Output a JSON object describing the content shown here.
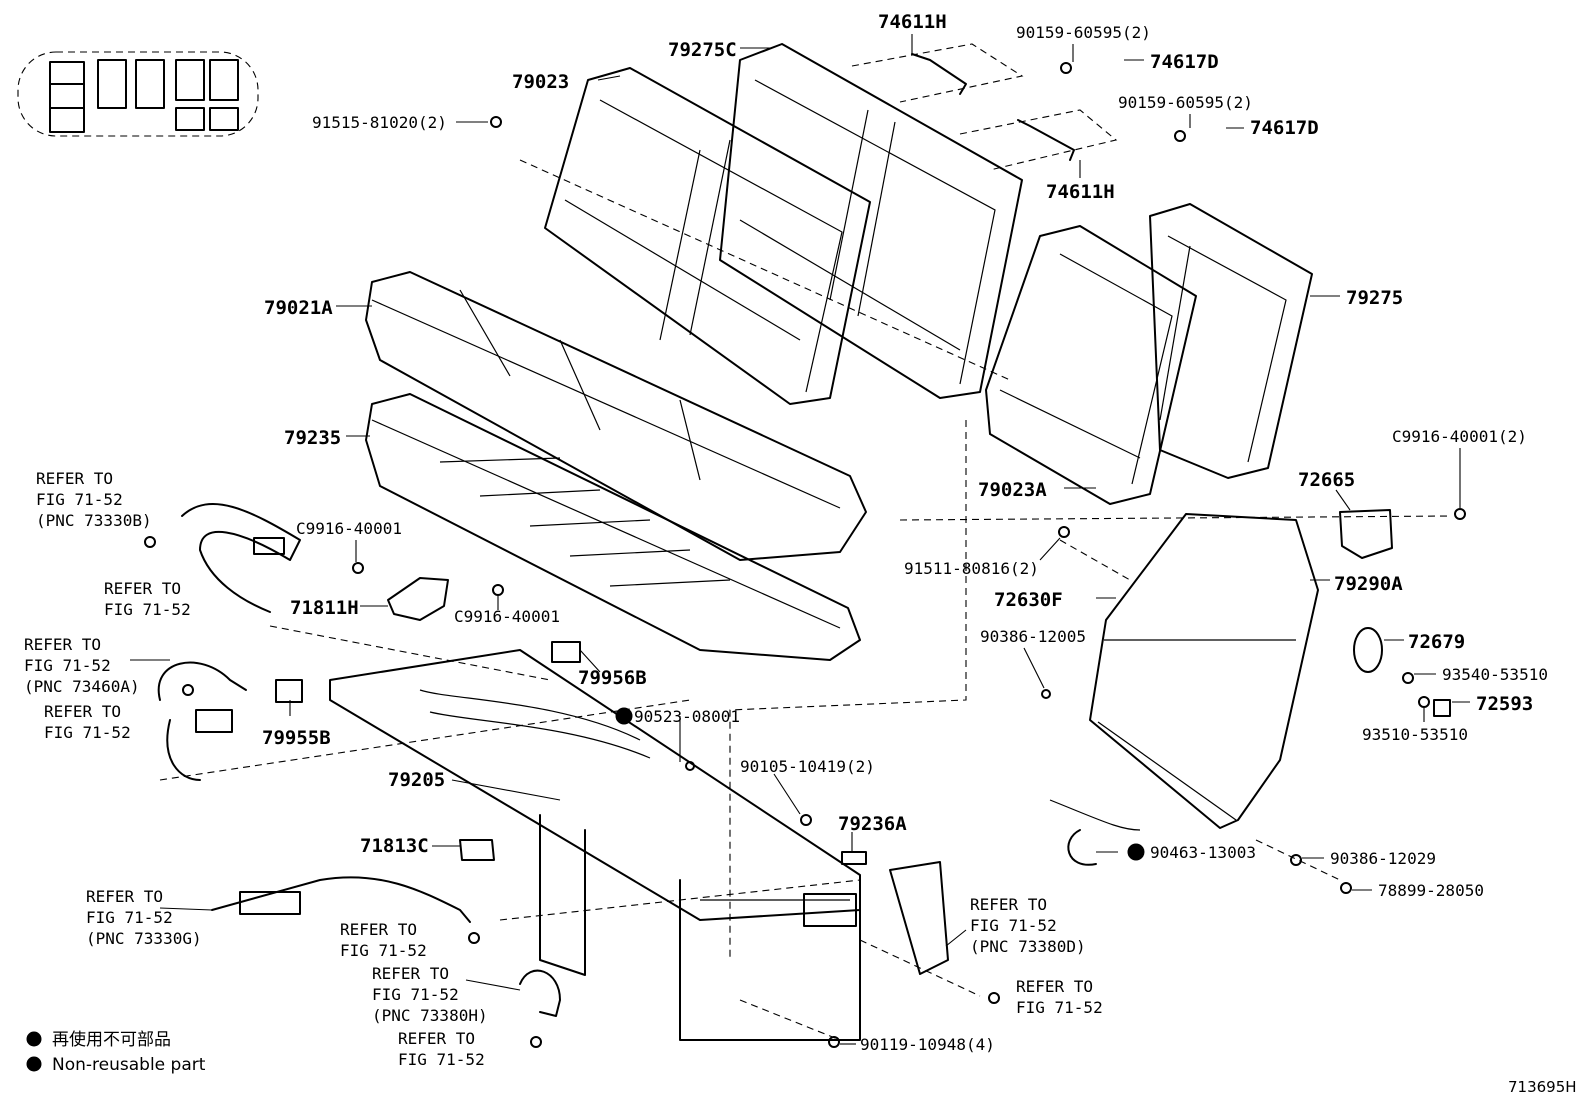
{
  "figure_id": "713695H",
  "legend": {
    "japanese": "再使用不可部品",
    "english": "Non-reusable part"
  },
  "labels": {
    "p74611H_top": "74611H",
    "p74611H_bottom": "74611H",
    "p90159_a": "90159-60595(2)",
    "p90159_b": "90159-60595(2)",
    "p74617D_a": "74617D",
    "p74617D_b": "74617D",
    "p79275C": "79275C",
    "p79023": "79023",
    "p91515": "91515-81020(2)",
    "p79021A": "79021A",
    "p79235": "79235",
    "p79275": "79275",
    "pC9916_2": "C9916-40001(2)",
    "p72665": "72665",
    "p79023A": "79023A",
    "p91511": "91511-80816(2)",
    "p72630F": "72630F",
    "p79290A": "79290A",
    "p72679": "72679",
    "p93540": "93540-53510",
    "p72593": "72593",
    "p93510": "93510-53510",
    "p90386_12005": "90386-12005",
    "p90463": "90463-13003",
    "p90386_12029": "90386-12029",
    "p78899": "78899-28050",
    "pC9916_a": "C9916-40001",
    "pC9916_b": "C9916-40001",
    "p71811H": "71811H",
    "p79956B": "79956B",
    "p79955B": "79955B",
    "p90523": "90523-08001",
    "p79205": "79205",
    "p90105": "90105-10419(2)",
    "p79236A": "79236A",
    "p71813C": "71813C",
    "p90119": "90119-10948(4)"
  },
  "refer_blocks": {
    "r73330B": [
      "REFER TO",
      "FIG 71-52",
      "(PNC 73330B)"
    ],
    "r_belt1": [
      "REFER TO",
      "FIG 71-52"
    ],
    "r73460A": [
      "REFER TO",
      "FIG 71-52",
      "(PNC 73460A)"
    ],
    "r_belt2": [
      "REFER TO",
      "FIG 71-52"
    ],
    "r73330G": [
      "REFER TO",
      "FIG 71-52",
      "(PNC 73330G)"
    ],
    "r_bolt3": [
      "REFER TO",
      "FIG 71-52"
    ],
    "r73380H": [
      "REFER TO",
      "FIG 71-52",
      "(PNC 73380H)"
    ],
    "r_bolt4": [
      "REFER TO",
      "FIG 71-52"
    ],
    "r73380D": [
      "REFER TO",
      "FIG 71-52",
      "(PNC 73380D)"
    ],
    "r_bolt5": [
      "REFER TO",
      "FIG 71-52"
    ]
  },
  "colors": {
    "ink": "#000000",
    "paper": "#ffffff"
  }
}
